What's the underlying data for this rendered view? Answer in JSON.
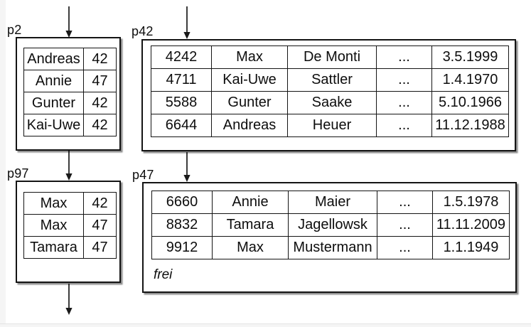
{
  "diagram": {
    "kind": "index-and-data-pages",
    "colors": {
      "ink": "#1a1a1a",
      "paper": "#ffffff",
      "edge": "#f5f5f5"
    },
    "pages": [
      {
        "label": "p2",
        "type": "index-page",
        "rows": [
          [
            "Andreas",
            "42"
          ],
          [
            "Annie",
            "47"
          ],
          [
            "Gunter",
            "42"
          ],
          [
            "Kai-Uwe",
            "42"
          ]
        ]
      },
      {
        "label": "p42",
        "type": "data-page",
        "rows": [
          [
            "4242",
            "Max",
            "De Monti",
            "...",
            "3.5.1999"
          ],
          [
            "4711",
            "Kai-Uwe",
            "Sattler",
            "...",
            "1.4.1970"
          ],
          [
            "5588",
            "Gunter",
            "Saake",
            "...",
            "5.10.1966"
          ],
          [
            "6644",
            "Andreas",
            "Heuer",
            "...",
            "11.12.1988"
          ]
        ]
      },
      {
        "label": "p97",
        "type": "index-page",
        "rows": [
          [
            "Max",
            "42"
          ],
          [
            "Max",
            "47"
          ],
          [
            "Tamara",
            "47"
          ]
        ]
      },
      {
        "label": "p47",
        "type": "data-page",
        "rows": [
          [
            "6660",
            "Annie",
            "Maier",
            "...",
            "1.5.1978"
          ],
          [
            "8832",
            "Tamara",
            "Jagellowsk",
            "...",
            "11.11.2009"
          ],
          [
            "9912",
            "Max",
            "Mustermann",
            "...",
            "1.1.1949"
          ]
        ],
        "free_label": "frei"
      }
    ]
  }
}
